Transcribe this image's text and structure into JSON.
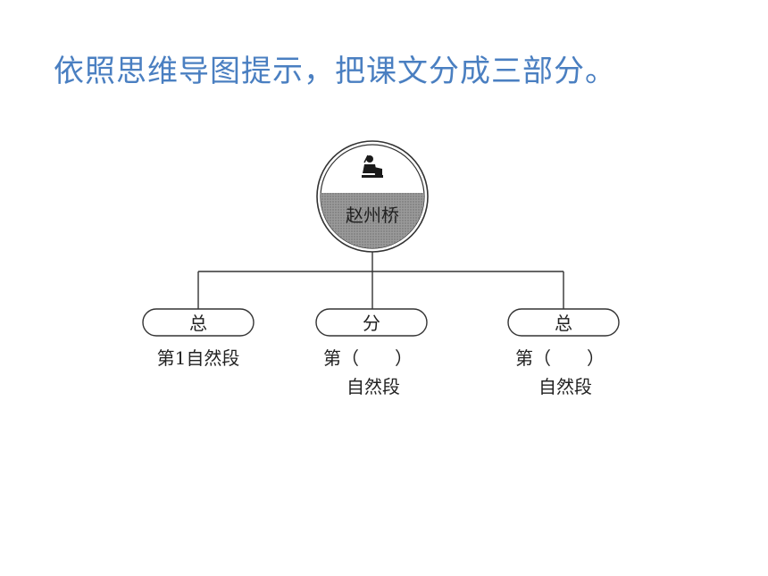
{
  "title": "依照思维导图提示，把课文分成三部分。",
  "colors": {
    "title": "#4a7fc1",
    "line": "#333333",
    "root_fill": "#8a8a8a",
    "background": "#ffffff"
  },
  "root": {
    "label": "赵州桥",
    "icon": "figure-icon"
  },
  "branches": [
    {
      "label": "总",
      "line1": "第1自然段",
      "line2": ""
    },
    {
      "label": "分",
      "line1": "第（　　）",
      "line2": "自然段"
    },
    {
      "label": "总",
      "line1": "第（　　）",
      "line2": "自然段"
    }
  ]
}
